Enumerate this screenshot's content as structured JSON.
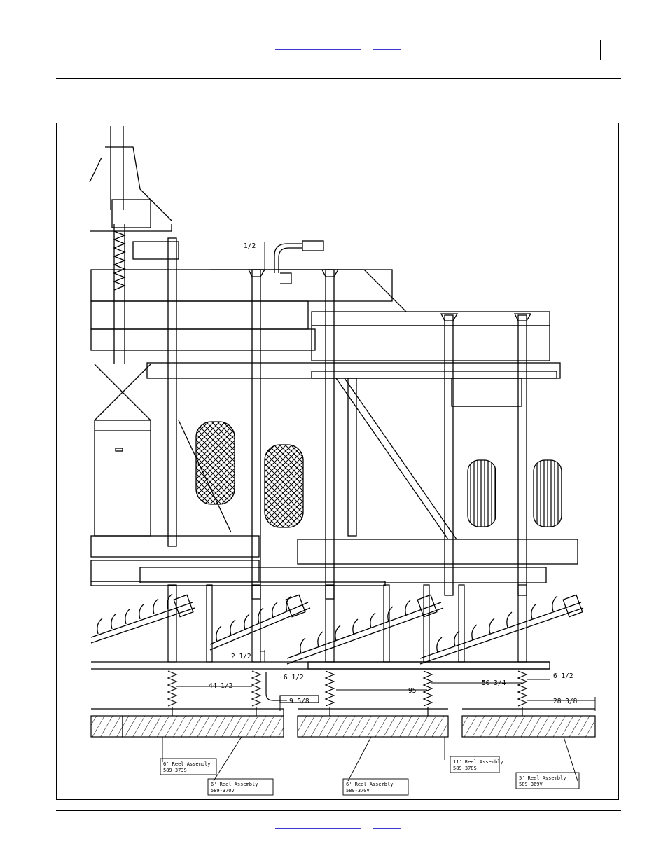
{
  "header": {
    "link1": "",
    "link2": ""
  },
  "footer": {
    "link1": "",
    "link2": ""
  },
  "drawing": {
    "dimensions": {
      "d1": "1/2",
      "d2": "2 1/2",
      "d3": "6 1/2",
      "d4": "44 1/2",
      "d5": "9 5/8",
      "d6": "95",
      "d7": "50 3/4",
      "d8": "6 1/2",
      "d9": "28 3/8"
    },
    "callouts": [
      {
        "title": "6' Reel Assembly",
        "part": "589-373S"
      },
      {
        "title": "6' Reel Assembly",
        "part": "589-370V"
      },
      {
        "title": "6' Reel Assembly",
        "part": "589-370V"
      },
      {
        "title": "11' Reel Assembly",
        "part": "589-378S"
      },
      {
        "title": "5' Reel Assembly",
        "part": "589-369V"
      }
    ]
  }
}
